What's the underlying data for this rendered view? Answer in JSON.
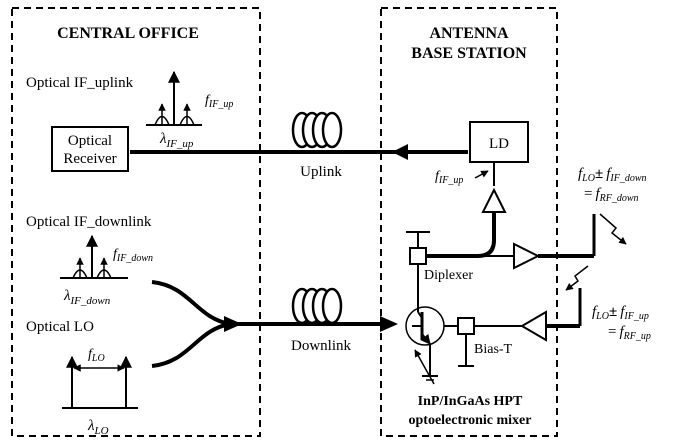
{
  "central_office": {
    "title": "CENTRAL OFFICE",
    "optical_if_uplink": "Optical IF_uplink",
    "f_if_up_main": "f",
    "f_if_up_sub": "IF_up",
    "lambda_if_up_main": "λ",
    "lambda_if_up_sub": "IF_up",
    "receiver_line1": "Optical",
    "receiver_line2": "Receiver",
    "optical_if_downlink": "Optical IF_downlink",
    "f_if_down_main": "f",
    "f_if_down_sub": "IF_down",
    "lambda_if_down_main": "λ",
    "lambda_if_down_sub": "IF_down",
    "optical_lo": "Optical LO",
    "f_lo_main": "f",
    "f_lo_sub": "LO",
    "lambda_lo_main": "λ",
    "lambda_lo_sub": "LO"
  },
  "links": {
    "uplink": "Uplink",
    "downlink": "Downlink"
  },
  "antenna_base_station": {
    "title_line1": "ANTENNA",
    "title_line2": "BASE STATION",
    "ld": "LD",
    "f_if_up_main": "f",
    "f_if_up_sub": "IF_up",
    "diplexer": "Diplexer",
    "bias_t": "Bias-T",
    "mixer_line1": "InP/InGaAs HPT",
    "mixer_line2": "optoelectronic mixer",
    "rf_down": {
      "f_lo_main": "f",
      "f_lo_sub": "LO",
      "pm": "±",
      "f_if_main": "f",
      "f_if_sub": "IF_down",
      "eq": "=",
      "f_rf_main": "f",
      "f_rf_sub": "RF_down"
    },
    "rf_up": {
      "f_lo_main": "f",
      "f_lo_sub": "LO",
      "pm": "±",
      "f_if_main": "f",
      "f_if_sub": "IF_up",
      "eq": "=",
      "f_rf_main": "f",
      "f_rf_sub": "RF_up"
    }
  }
}
